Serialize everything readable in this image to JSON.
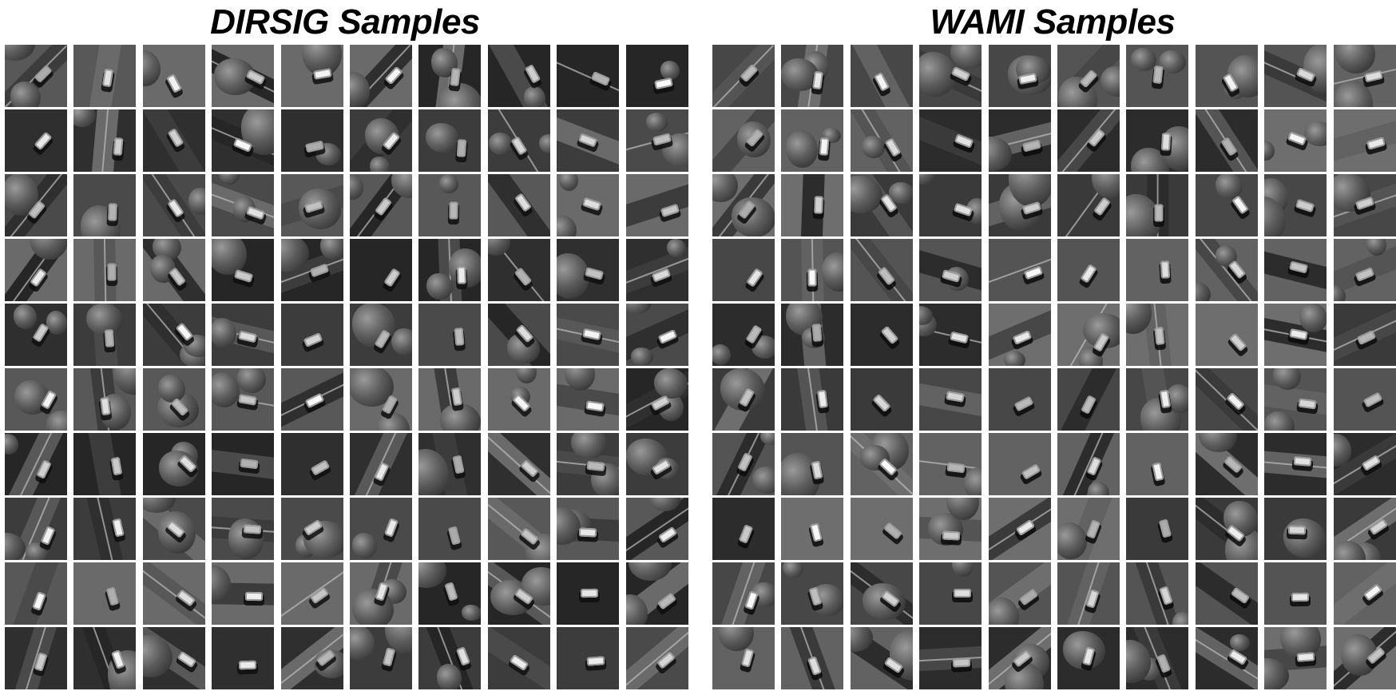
{
  "panels": [
    {
      "id": "dirsig",
      "title": "DIRSIG Samples",
      "rows": 10,
      "cols": 10,
      "palette": {
        "ground": [
          "#2f2f2f",
          "#3c3c3c",
          "#4a4a4a",
          "#585858",
          "#6a6a6a",
          "#262626"
        ],
        "tree": "#5c5c5c",
        "car": "#e6e6e6",
        "shadow": "#0e0e0e"
      }
    },
    {
      "id": "wami",
      "title": "WAMI Samples",
      "rows": 10,
      "cols": 10,
      "palette": {
        "ground": [
          "#3a3a3a",
          "#474747",
          "#545454",
          "#626262",
          "#2c2c2c",
          "#6e6e6e"
        ],
        "tree": "#4a4a4a",
        "car": "#d9d9d9",
        "shadow": "#0a0a0a"
      }
    }
  ]
}
